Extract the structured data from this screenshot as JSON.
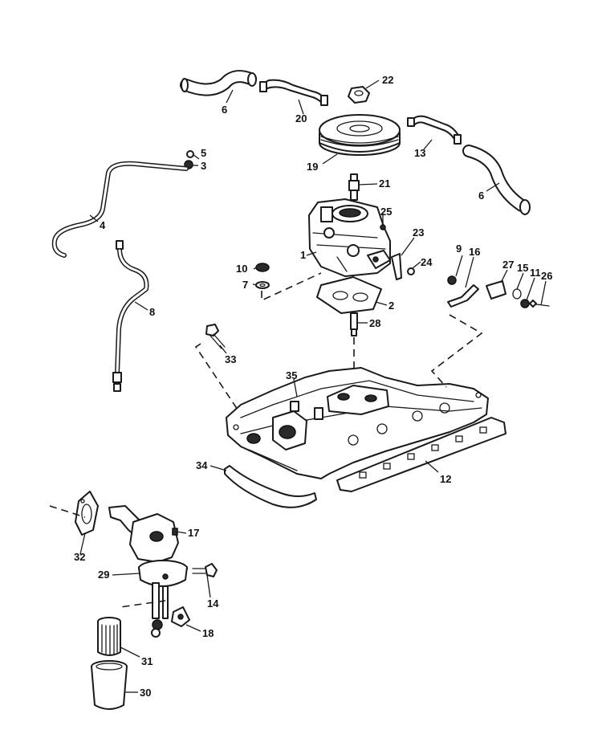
{
  "callouts": {
    "c1": "1",
    "c2": "2",
    "c3": "3",
    "c4": "4",
    "c5": "5",
    "c6a": "6",
    "c6b": "6",
    "c7": "7",
    "c8": "8",
    "c9": "9",
    "c10": "10",
    "c11": "11",
    "c12": "12",
    "c13": "13",
    "c14": "14",
    "c15": "15",
    "c16": "16",
    "c17": "17",
    "c18": "18",
    "c19": "19",
    "c20": "20",
    "c21": "21",
    "c22": "22",
    "c23": "23",
    "c24": "24",
    "c25": "25",
    "c26": "26",
    "c27": "27",
    "c28": "28",
    "c29": "29",
    "c30": "30",
    "c31": "31",
    "c32": "32",
    "c33": "33",
    "c34": "34",
    "c35": "35"
  }
}
